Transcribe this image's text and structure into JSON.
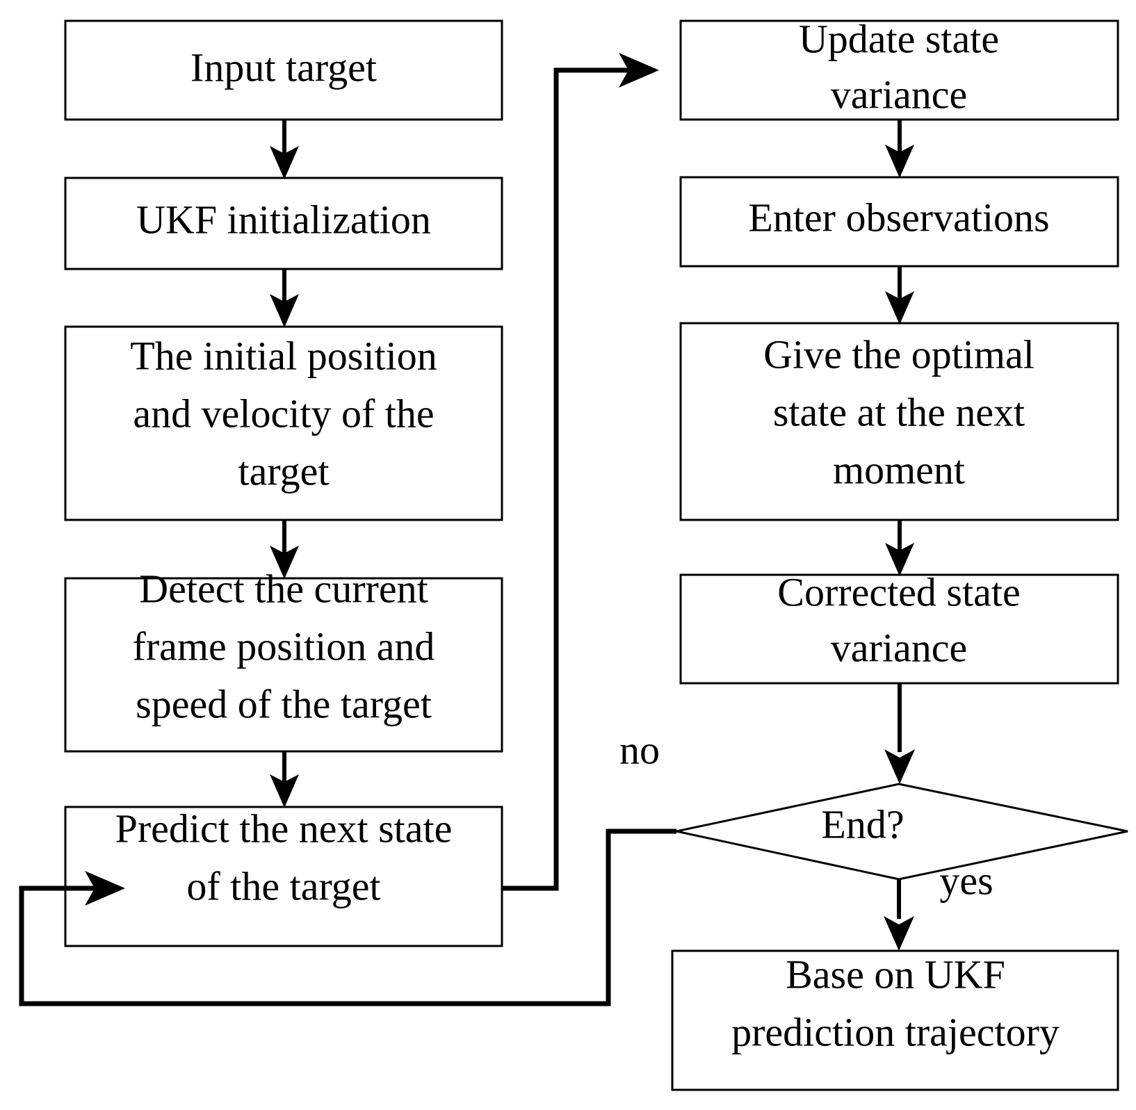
{
  "diagram": {
    "title": "UKF target tracking prediction flowchart",
    "type": "flowchart",
    "background_color": "#ffffff",
    "line_color": "#000000",
    "nodes": [
      {
        "id": "input-target",
        "shape": "rect",
        "lines": [
          "Input target"
        ]
      },
      {
        "id": "ukf-initialization",
        "shape": "rect",
        "lines": [
          "UKF initialization"
        ]
      },
      {
        "id": "initial-position-velocity",
        "shape": "rect",
        "lines": [
          "The initial position",
          "and velocity of the",
          "target"
        ]
      },
      {
        "id": "detect-current-frame",
        "shape": "rect",
        "lines": [
          "Detect the current",
          "frame position and",
          "speed of the target"
        ]
      },
      {
        "id": "predict-next-state",
        "shape": "rect",
        "lines": [
          "Predict the next state",
          "of the target"
        ]
      },
      {
        "id": "update-state-variance",
        "shape": "rect",
        "lines": [
          "Update state",
          "variance"
        ]
      },
      {
        "id": "enter-observations",
        "shape": "rect",
        "lines": [
          "Enter observations"
        ]
      },
      {
        "id": "give-optimal-state",
        "shape": "rect",
        "lines": [
          "Give the optimal",
          "state at the next",
          "moment"
        ]
      },
      {
        "id": "corrected-state-variance",
        "shape": "rect",
        "lines": [
          "Corrected state",
          "variance"
        ]
      },
      {
        "id": "end-decision",
        "shape": "diamond",
        "lines": [
          "End?"
        ]
      },
      {
        "id": "base-on-ukf",
        "shape": "rect",
        "lines": [
          "Base on UKF",
          "prediction trajectory"
        ]
      }
    ],
    "edge_labels": {
      "no": "no",
      "yes": "yes"
    }
  }
}
